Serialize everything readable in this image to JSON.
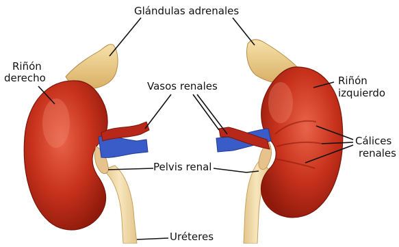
{
  "colors": {
    "kidney": "#c8321c",
    "kidney_dark": "#8f1a0c",
    "kidney_light": "#e8644a",
    "adrenal": "#f0d08c",
    "adrenal_dark": "#c9a15c",
    "ureter": "#f3dca8",
    "vessel_blue": "#3a5cc8",
    "vessel_red": "#b8281a",
    "leader_line": "#111111",
    "background": "#ffffff"
  },
  "labels": {
    "adrenal_glands": "Glándulas adrenales",
    "right_kidney_line1": "Riñón",
    "right_kidney_line2": "derecho",
    "renal_vessels": "Vasos renales",
    "left_kidney_line1": "Riñón",
    "left_kidney_line2": "izquierdo",
    "calyces_line1": "Cálices",
    "calyces_line2": "renales",
    "renal_pelvis": "Pelvis renal",
    "ureters": "Uréteres"
  }
}
